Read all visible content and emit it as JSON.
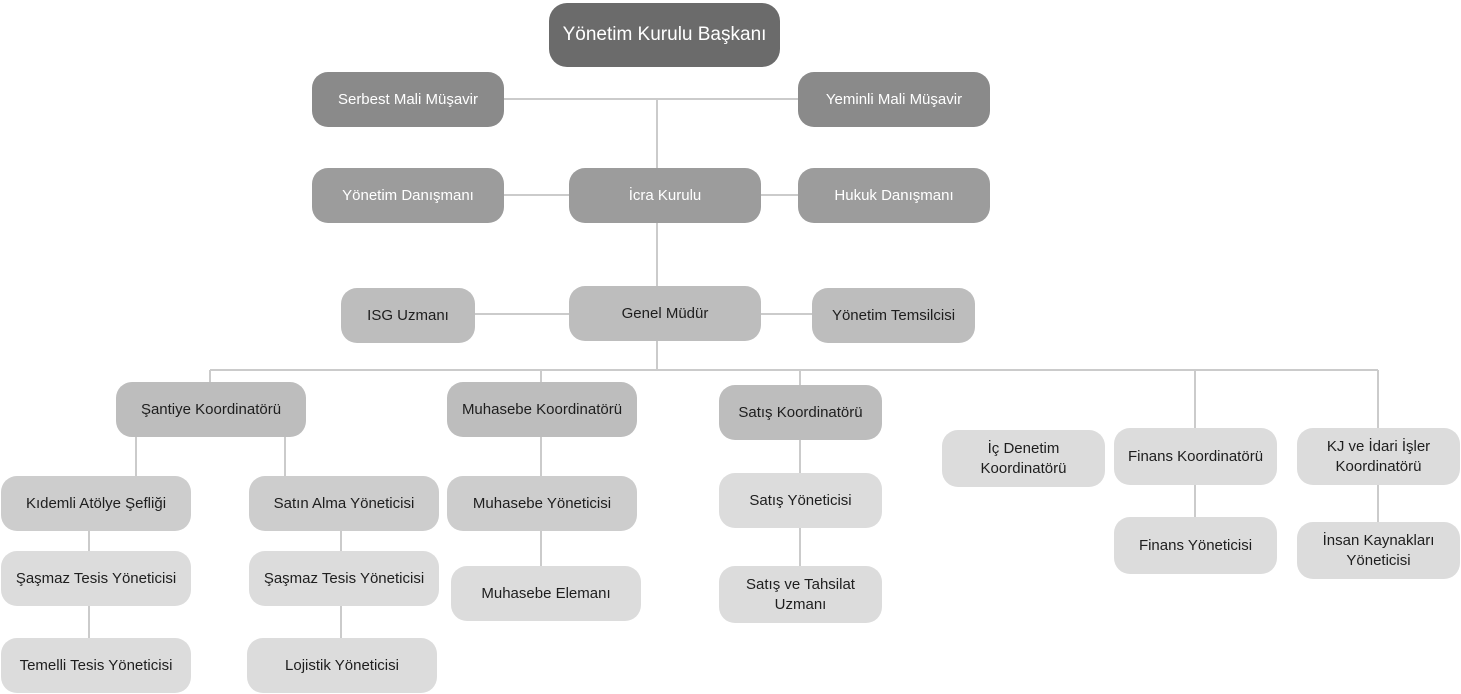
{
  "org": {
    "chair": "Yönetim Kurulu Başkanı",
    "free_accountant": "Serbest Mali Müşavir",
    "sworn_accountant": "Yeminli Mali Müşavir",
    "mgmt_consultant": "Yönetim Danışmanı",
    "exec_board": "İcra Kurulu",
    "legal_consultant": "Hukuk Danışmanı",
    "isg": "ISG Uzmanı",
    "gm": "Genel Müdür",
    "mgmt_rep": "Yönetim Temsilcisi",
    "site_coord": "Şantiye Koordinatörü",
    "acc_coord": "Muhasebe Koordinatörü",
    "sales_coord": "Satış Koordinatörü",
    "audit_coord": "İç Denetim Koordinatörü",
    "finance_coord": "Finans Koordinatörü",
    "hr_coord": "KJ ve İdari İşler Koordinatörü",
    "senior_workshop": "Kıdemli Atölye Şefliği",
    "sasmaz_1": "Şaşmaz Tesis Yöneticisi",
    "temelli": "Temelli Tesis Yöneticisi",
    "purchasing": "Satın Alma Yöneticisi",
    "sasmaz_2": "Şaşmaz Tesis Yöneticisi",
    "logistics": "Lojistik Yöneticisi",
    "acc_manager": "Muhasebe Yöneticisi",
    "acc_staff": "Muhasebe Elemanı",
    "sales_manager": "Satış Yöneticisi",
    "sales_specialist": "Satış ve Tahsilat Uzmanı",
    "finance_manager": "Finans Yöneticisi",
    "hr_manager": "İnsan Kaynakları Yöneticisi"
  },
  "colors": {
    "level1": "#6b6b6b",
    "level2": "#8a8a8a",
    "level3": "#9c9c9c",
    "level4": "#bdbdbd",
    "level5": "#cdcdcd",
    "level6": "#dcdcdc",
    "connector": "#cbcbcb"
  }
}
